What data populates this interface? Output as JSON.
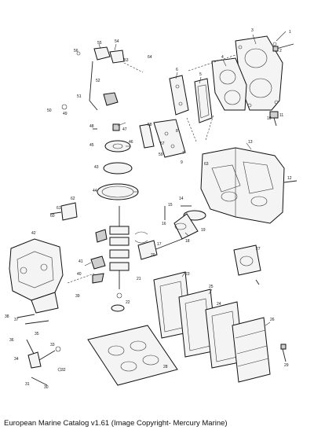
{
  "caption": "European Marine Catalog v1.61 (Image Copyright- Mercury Marine)",
  "callouts": [
    "1",
    "2",
    "3",
    "4",
    "5",
    "6",
    "7",
    "8",
    "9",
    "10",
    "11",
    "12",
    "13",
    "14",
    "15",
    "16",
    "17",
    "18",
    "19",
    "20",
    "21",
    "22",
    "23",
    "24",
    "25",
    "26",
    "27",
    "28",
    "29",
    "30",
    "31",
    "32",
    "33",
    "34",
    "35",
    "36",
    "37",
    "38",
    "39",
    "40",
    "41",
    "42",
    "43",
    "44",
    "45",
    "46",
    "47",
    "48",
    "49",
    "50",
    "51",
    "52",
    "53",
    "54",
    "55",
    "56",
    "57",
    "58",
    "59",
    "60",
    "61",
    "62",
    "63",
    "64"
  ]
}
